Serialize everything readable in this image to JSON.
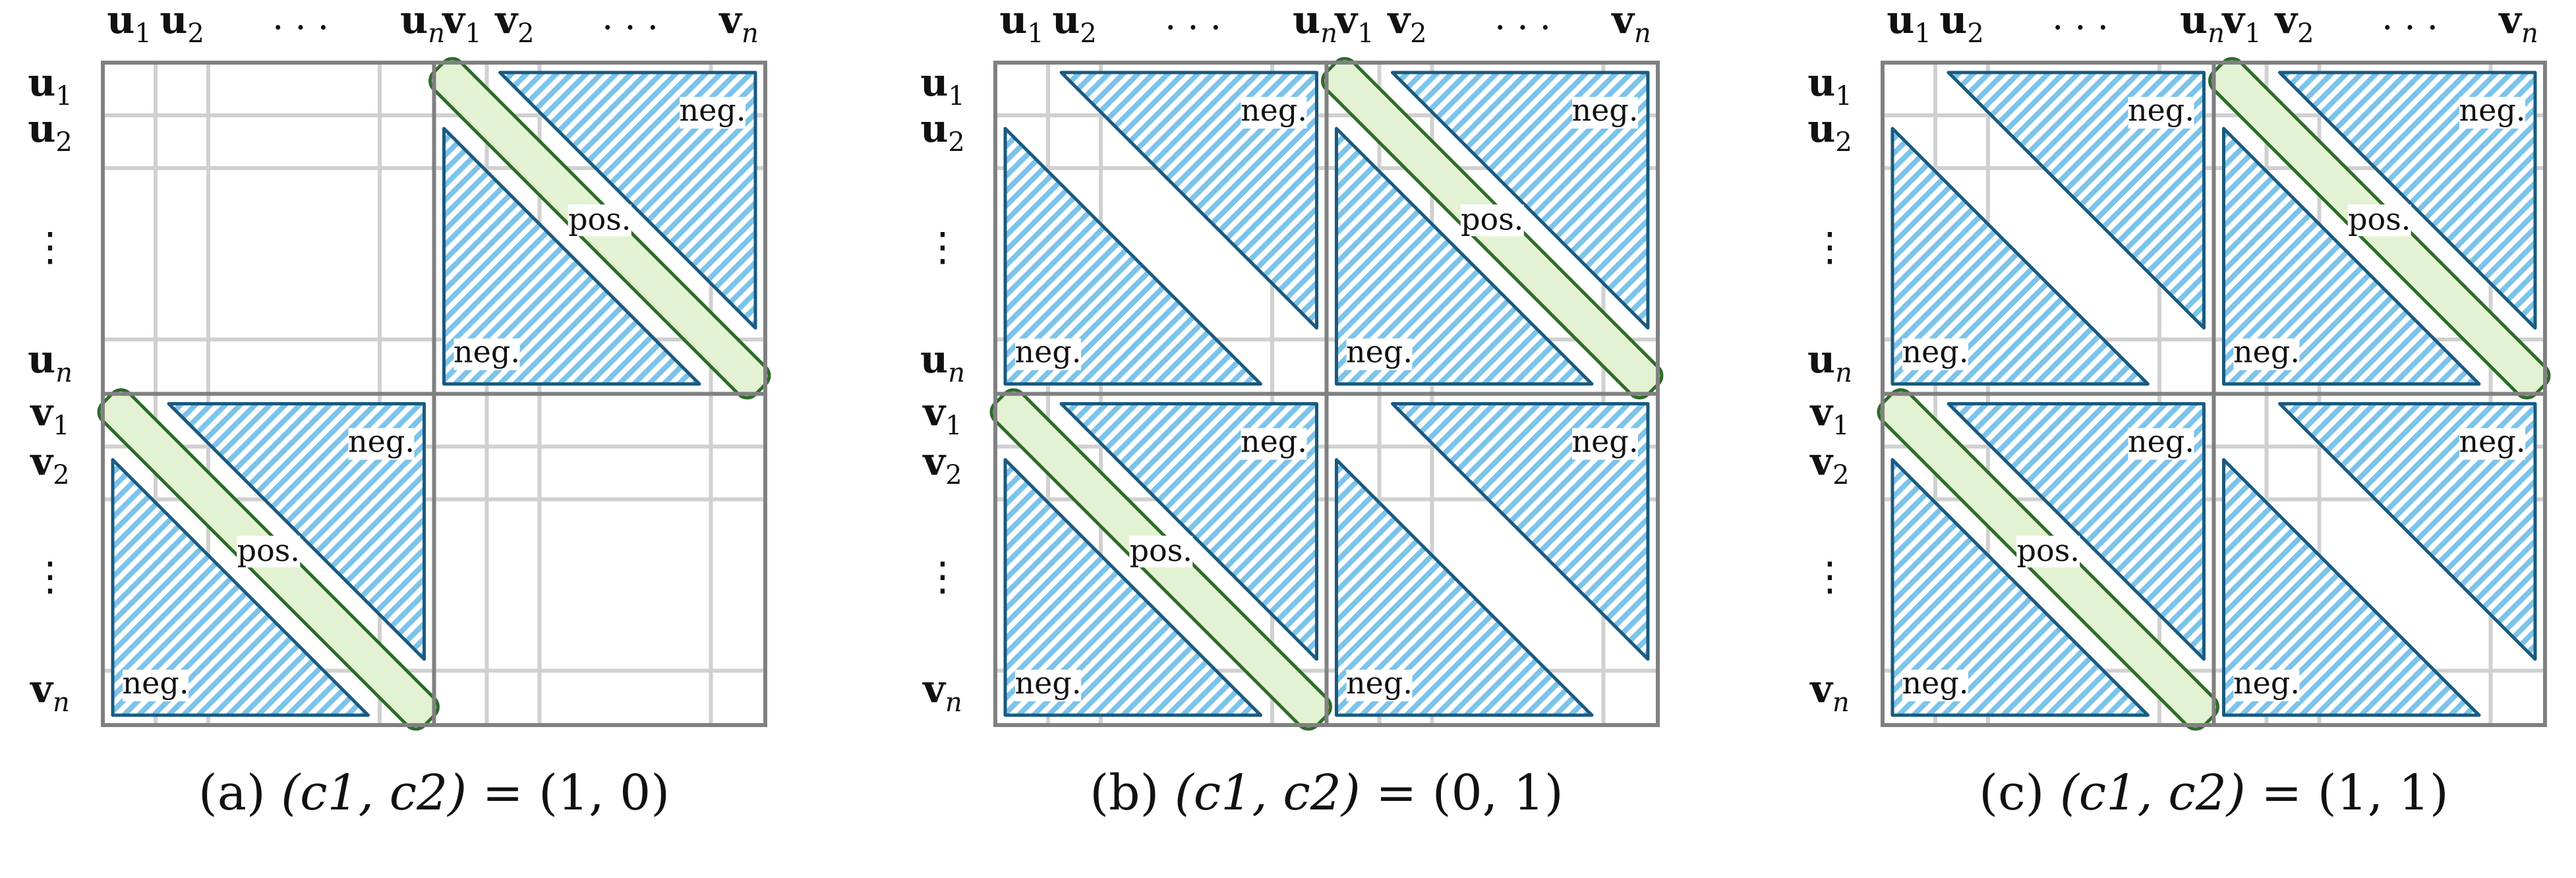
{
  "colors": {
    "grid": "#d0d0d0",
    "border": "#808080",
    "neg_stroke": "#1a5a80",
    "neg_hatch": "#7cc3ea",
    "pos_fill": "#e3f2d2",
    "pos_stroke": "#2e6b2a"
  },
  "labels": {
    "col": [
      "u1",
      "u2",
      "...",
      "un",
      "v1",
      "v2",
      "...",
      "vn"
    ],
    "row": [
      "u1",
      "u2",
      "⋮",
      "un",
      "v1",
      "v2",
      "⋮",
      "vn"
    ],
    "neg": "neg.",
    "pos": "pos."
  },
  "panels": [
    {
      "id": "a",
      "caption": "(a) (c1, c2) = (1, 0)",
      "caption_parts": {
        "tag": "(a)",
        "lhs": "(c1, c2)",
        "eq": "=",
        "rhs": "(1, 0)"
      },
      "blocks": {
        "uu": "empty",
        "uv": "pos",
        "vu": "pos",
        "vv": "empty"
      }
    },
    {
      "id": "b",
      "caption": "(b) (c1, c2) = (0, 1)",
      "caption_parts": {
        "tag": "(b)",
        "lhs": "(c1, c2)",
        "eq": "=",
        "rhs": "(0, 1)"
      },
      "blocks": {
        "uu": "neg",
        "uv": "pos",
        "vu": "pos",
        "vv": "neg"
      }
    },
    {
      "id": "c",
      "caption": "(c) (c1, c2) = (1, 1)",
      "caption_parts": {
        "tag": "(c)",
        "lhs": "(c1, c2)",
        "eq": "=",
        "rhs": "(1, 1)"
      },
      "blocks": {
        "uu": "neg",
        "uv": "pos",
        "vu": "pos",
        "vv": "neg"
      }
    }
  ]
}
